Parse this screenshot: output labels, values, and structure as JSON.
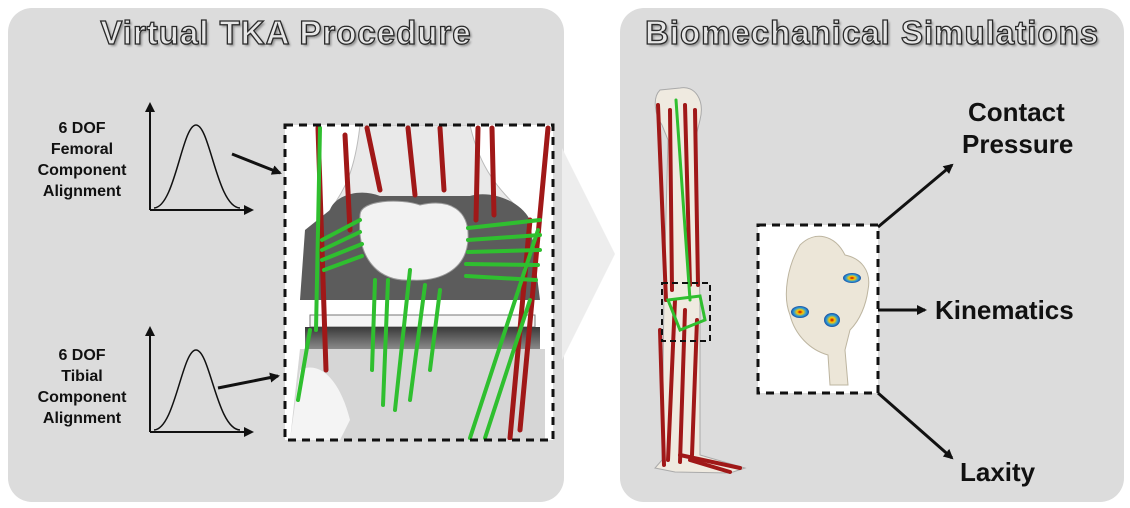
{
  "left_panel": {
    "title": "Virtual TKA Procedure",
    "femoral_label": [
      "6 DOF",
      "Femoral",
      "Component",
      "Alignment"
    ],
    "tibial_label": [
      "6 DOF",
      "Tibial",
      "Component",
      "Alignment"
    ]
  },
  "right_panel": {
    "title": "Biomechanical Simulations",
    "outputs": {
      "contact_pressure": [
        "Contact",
        "Pressure"
      ],
      "kinematics": "Kinematics",
      "laxity": "Laxity"
    }
  },
  "colors": {
    "panel_bg": "#dcdcdc",
    "ligament_red": "#a01818",
    "ligament_green": "#2fbf2f",
    "bone": "#eeeae2",
    "implant_gray": "#6f6f6f"
  }
}
